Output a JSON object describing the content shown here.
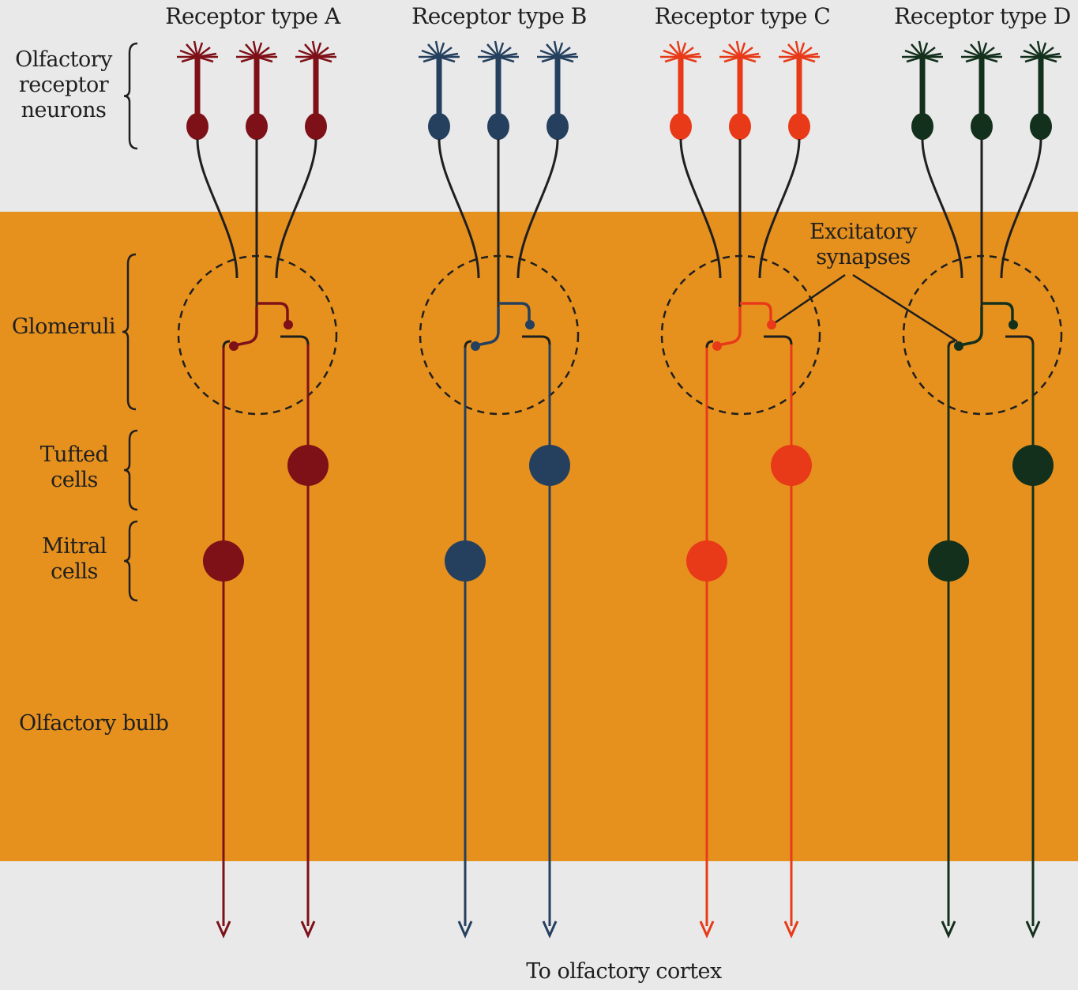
{
  "receptor_types": [
    {
      "label": "Receptor type A",
      "color": "#7e1018"
    },
    {
      "label": "Receptor type B",
      "color": "#25405f"
    },
    {
      "label": "Receptor type C",
      "color": "#e83a18"
    },
    {
      "label": "Receptor type D",
      "color": "#13301c"
    }
  ],
  "labels": {
    "olfactory_receptor_neurons": [
      "Olfactory",
      "receptor",
      "neurons"
    ],
    "glomeruli": "Glomeruli",
    "tufted_cells": [
      "Tufted",
      "cells"
    ],
    "mitral_cells": [
      "Mitral",
      "cells"
    ],
    "olfactory_bulb": "Olfactory bulb",
    "excitatory_synapses": [
      "Excitatory",
      "synapses"
    ],
    "to_olfactory_cortex": "To olfactory cortex"
  },
  "colors": {
    "background": "#e9e9e9",
    "bulb": "#e6911e",
    "line": "#1f1f1f"
  }
}
